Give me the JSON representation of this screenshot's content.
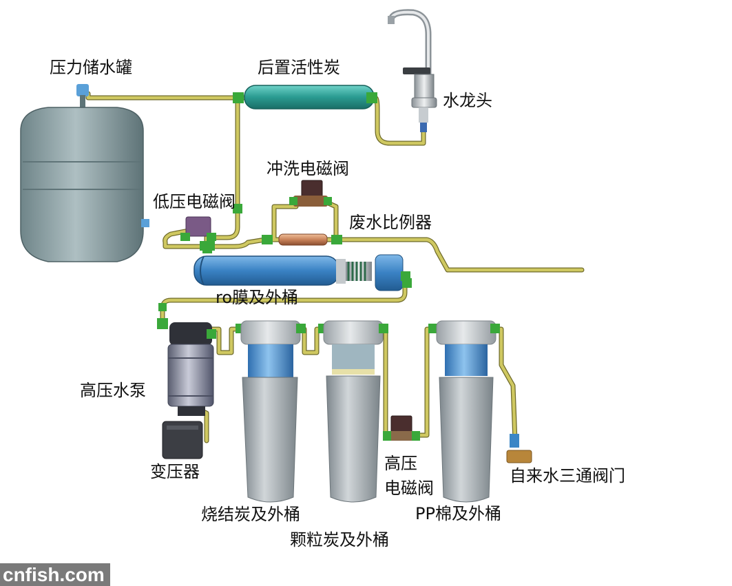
{
  "labels": {
    "pressure_tank": "压力储水罐",
    "post_carbon": "后置活性炭",
    "faucet": "水龙头",
    "flush_valve": "冲洗电磁阀",
    "low_pressure_valve": "低压电磁阀",
    "waste_ratio": "废水比例器",
    "ro_membrane": "ro膜及外桶",
    "pump": "高压水泵",
    "transformer": "变压器",
    "sintered_carbon": "烧结炭及外桶",
    "granular_carbon": "颗粒炭及外桶",
    "high_pressure_valve_1": "高压",
    "high_pressure_valve_2": "电磁阀",
    "pp_cotton": "PP棉及外桶",
    "tee_valve": "自来水三通阀门"
  },
  "watermark": "cnfish.com",
  "colors": {
    "pipe": "#c8c25a",
    "pipe_edge": "#6e6a2a",
    "fitting": "#3aa83a",
    "tank": "#8fa4a7",
    "teal": "#2f9c94",
    "blue": "#3b86c6",
    "housing": "#a9b1b6",
    "cap": "#c7ccd0"
  }
}
